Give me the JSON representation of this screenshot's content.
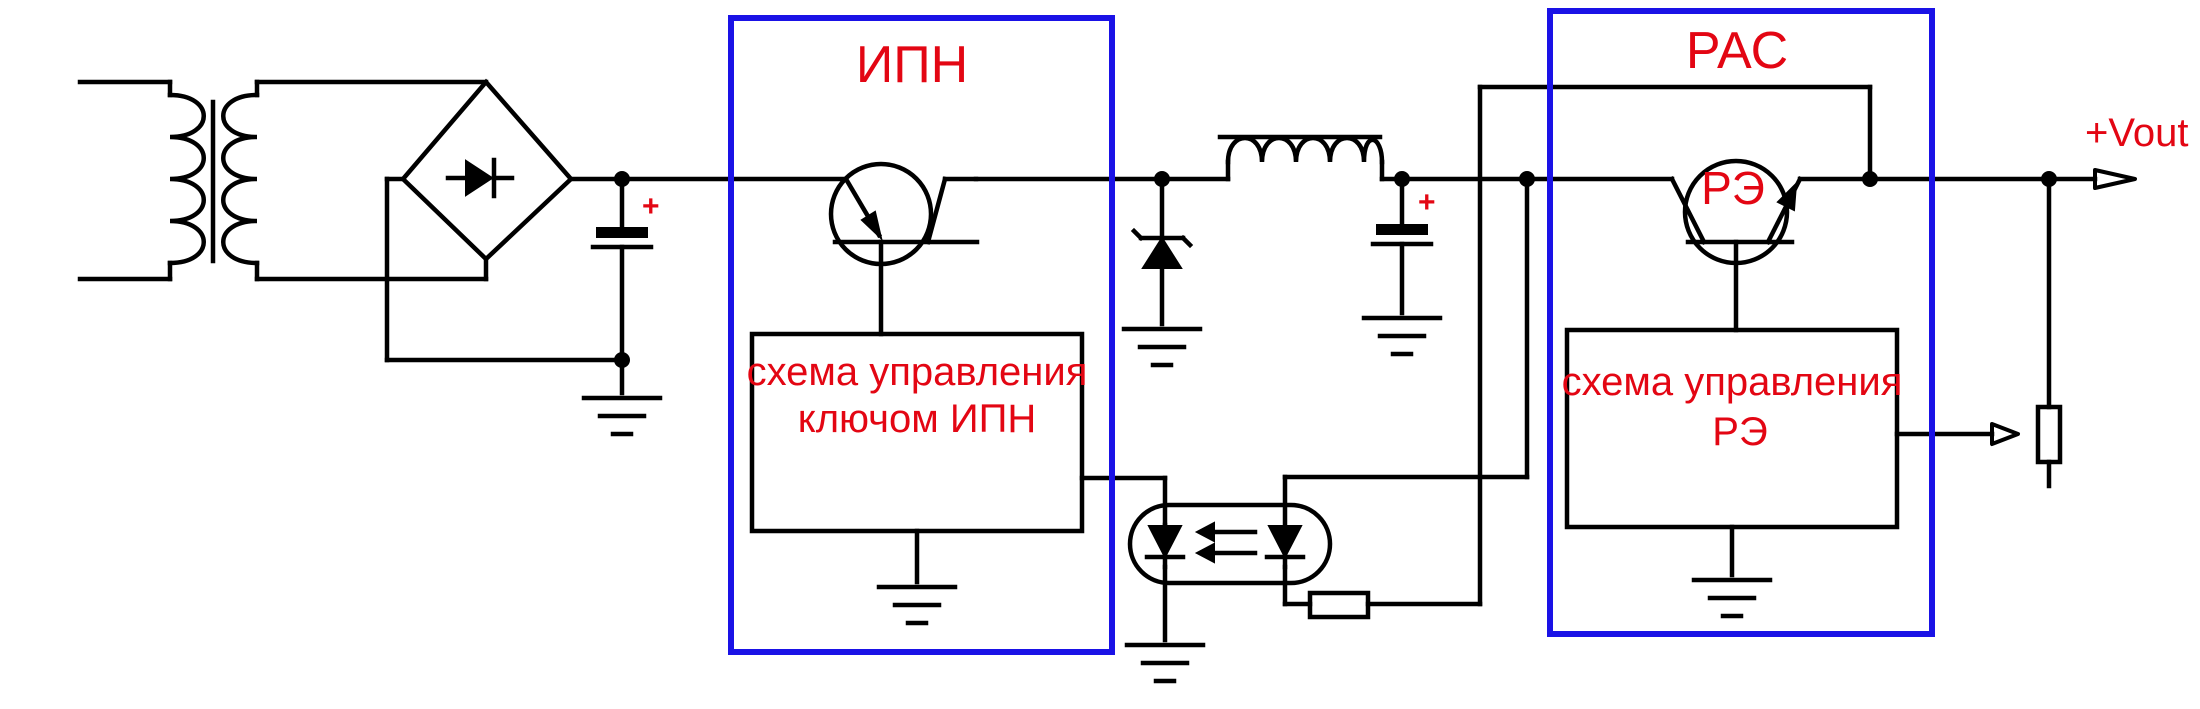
{
  "colors": {
    "frame": "#1a12e6",
    "label": "#e30613",
    "wire": "#000000",
    "background": "#ffffff"
  },
  "blocks": {
    "ipn": {
      "title": "ИПН",
      "control_line1": "схема управления",
      "control_line2": "ключом ИПН"
    },
    "ras": {
      "title": "РАС",
      "element_label": "РЭ",
      "control_line1": "схема управления",
      "control_line2": "РЭ"
    }
  },
  "output": {
    "label": "+Vout"
  },
  "polarity": {
    "c1": "+",
    "c2": "+"
  }
}
